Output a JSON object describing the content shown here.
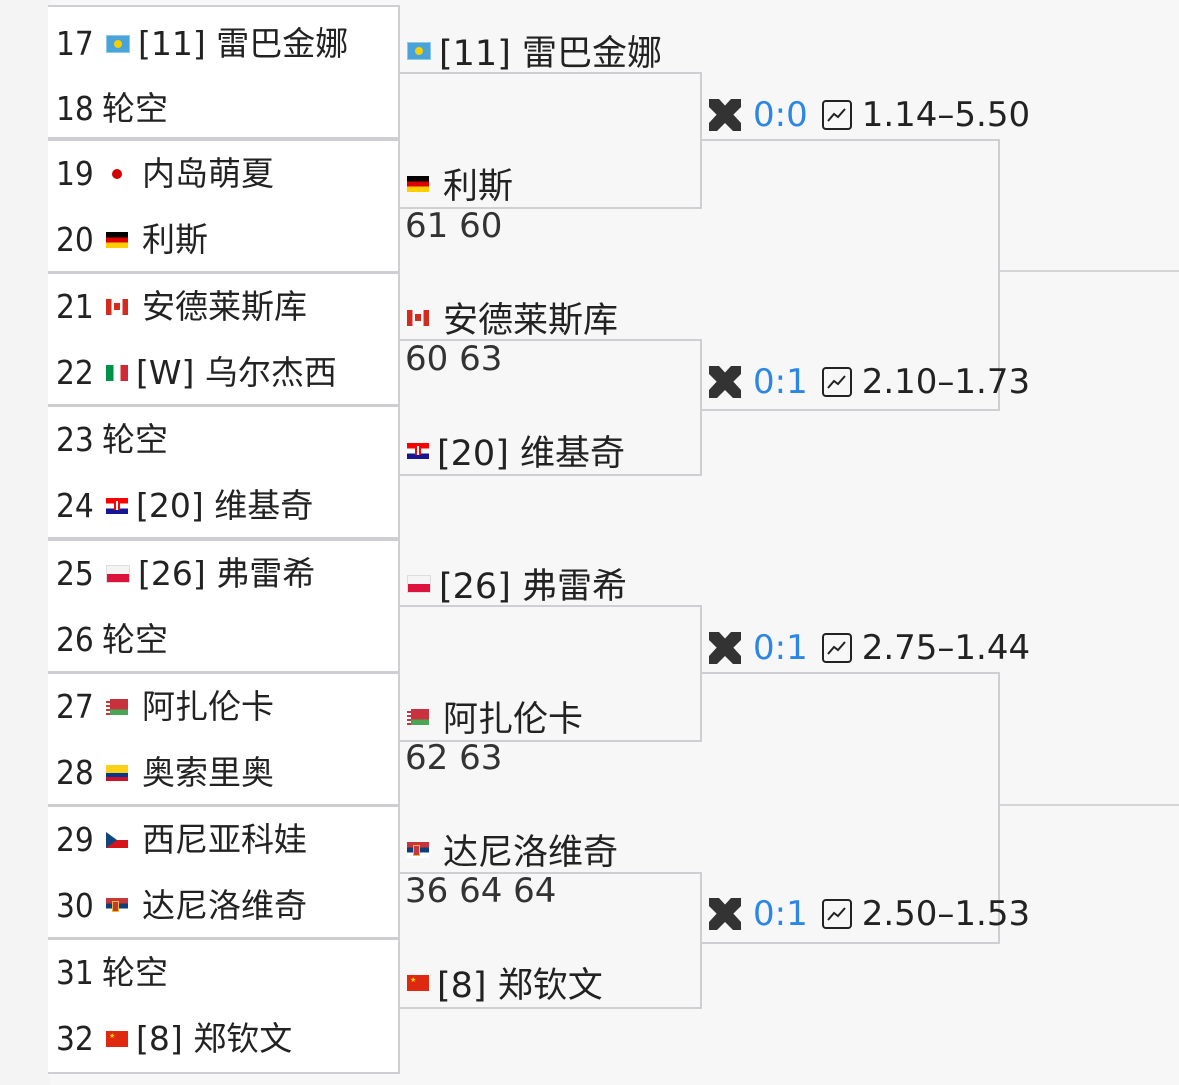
{
  "draw": {
    "entries": [
      {
        "num": "17",
        "flag": "kz",
        "name": "[11] 雷巴金娜"
      },
      {
        "num": "18",
        "flag": "",
        "name": "轮空"
      },
      {
        "num": "19",
        "flag": "jp",
        "name": "内岛萌夏"
      },
      {
        "num": "20",
        "flag": "de",
        "name": "利斯"
      },
      {
        "num": "21",
        "flag": "ca",
        "name": "安德莱斯库"
      },
      {
        "num": "22",
        "flag": "it",
        "name": "[W] 乌尔杰西"
      },
      {
        "num": "23",
        "flag": "",
        "name": "轮空"
      },
      {
        "num": "24",
        "flag": "hr",
        "name": "[20] 维基奇"
      },
      {
        "num": "25",
        "flag": "pl",
        "name": "[26] 弗雷希"
      },
      {
        "num": "26",
        "flag": "",
        "name": "轮空"
      },
      {
        "num": "27",
        "flag": "by",
        "name": "阿扎伦卡"
      },
      {
        "num": "28",
        "flag": "co",
        "name": "奥索里奥"
      },
      {
        "num": "29",
        "flag": "cz",
        "name": "西尼亚科娃"
      },
      {
        "num": "30",
        "flag": "rs",
        "name": "达尼洛维奇"
      },
      {
        "num": "31",
        "flag": "",
        "name": "轮空"
      },
      {
        "num": "32",
        "flag": "cn",
        "name": "[8] 郑钦文"
      }
    ],
    "round2": [
      {
        "top": {
          "flag": "kz",
          "name": "[11] 雷巴金娜"
        },
        "bottom": {
          "flag": "de",
          "name": "利斯"
        },
        "score": "61 60"
      },
      {
        "top": {
          "flag": "ca",
          "name": "安德莱斯库"
        },
        "bottom": {
          "flag": "hr",
          "name": "[20] 维基奇"
        },
        "score": "60 63"
      },
      {
        "top": {
          "flag": "pl",
          "name": "[26] 弗雷希"
        },
        "bottom": {
          "flag": "by",
          "name": "阿扎伦卡"
        },
        "score": "62 63"
      },
      {
        "top": {
          "flag": "rs",
          "name": "达尼洛维奇"
        },
        "bottom": {
          "flag": "cn",
          "name": "[8] 郑钦文"
        },
        "score": "36 64 64"
      }
    ],
    "round3": [
      {
        "h2h": "0:0",
        "odds": "1.14–5.50"
      },
      {
        "h2h": "0:1",
        "odds": "2.10–1.73"
      },
      {
        "h2h": "0:1",
        "odds": "2.75–1.44"
      },
      {
        "h2h": "0:1",
        "odds": "2.50–1.53"
      }
    ],
    "colors": {
      "accent": "#2b86e4",
      "border": "#cfcfd3"
    },
    "icons": {
      "h2h": "crossed-swords-icon",
      "odds": "line-chart-icon"
    }
  }
}
